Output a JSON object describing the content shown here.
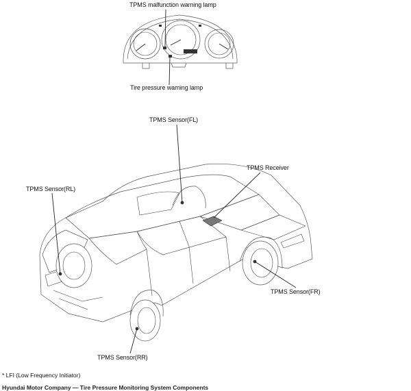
{
  "labels": {
    "tpms_malfunction_lamp": "TPMS malfunction warning lamp",
    "tire_pressure_lamp": "Tire pressure warning lamp",
    "sensor_fl": "TPMS Sensor(FL)",
    "receiver": "TPMS Receiver",
    "sensor_rl": "TPMS Sensor(RL)",
    "sensor_fr": "TPMS Sensor(FR)",
    "sensor_rr": "TPMS Sensor(RR)"
  },
  "footnote": "* LFI (Low Frequency Initiator)",
  "bottom_text": "Hyundai Motor Company — Tire Pressure Monitoring System Components"
}
